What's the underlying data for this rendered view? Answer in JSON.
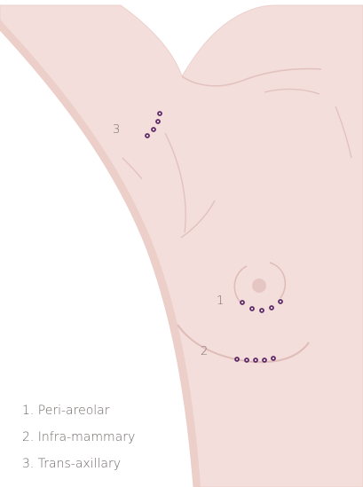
{
  "markers": {
    "peri_areolar": "1",
    "infra_mammary": "2",
    "trans_axillary": "3"
  },
  "legend": {
    "items": [
      "1. Peri-areolar",
      "2. Infra-mammary",
      "3. Trans-axillary"
    ]
  },
  "colors": {
    "skin": "#f3dedb",
    "skin_edge": "#e8c8c4",
    "contour": "#e4c4c0",
    "incision_dot": "#5c2a68",
    "label_text": "#7a6f6c"
  }
}
